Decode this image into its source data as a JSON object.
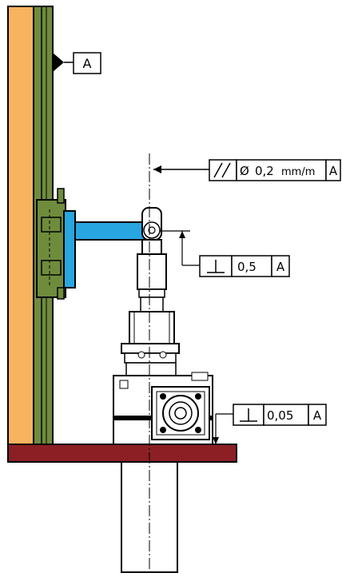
{
  "datum_label": "A",
  "tolerances": {
    "parallelism": {
      "symbol": "//",
      "diameter_symbol": "Ø",
      "value": "0,2",
      "unit": "mm/m",
      "datum": "A"
    },
    "perpendicularity_arm": {
      "symbol": "⊥",
      "value": "0,5",
      "datum": "A"
    },
    "perpendicularity_base": {
      "symbol": "⊥",
      "value": "0,05",
      "datum": "A"
    }
  },
  "colors": {
    "wall": "#f8b35e",
    "green_plate": "#6f8c3c",
    "blue_arm": "#27a6e0",
    "base_plate": "#8b1f24",
    "line": "#000000"
  }
}
